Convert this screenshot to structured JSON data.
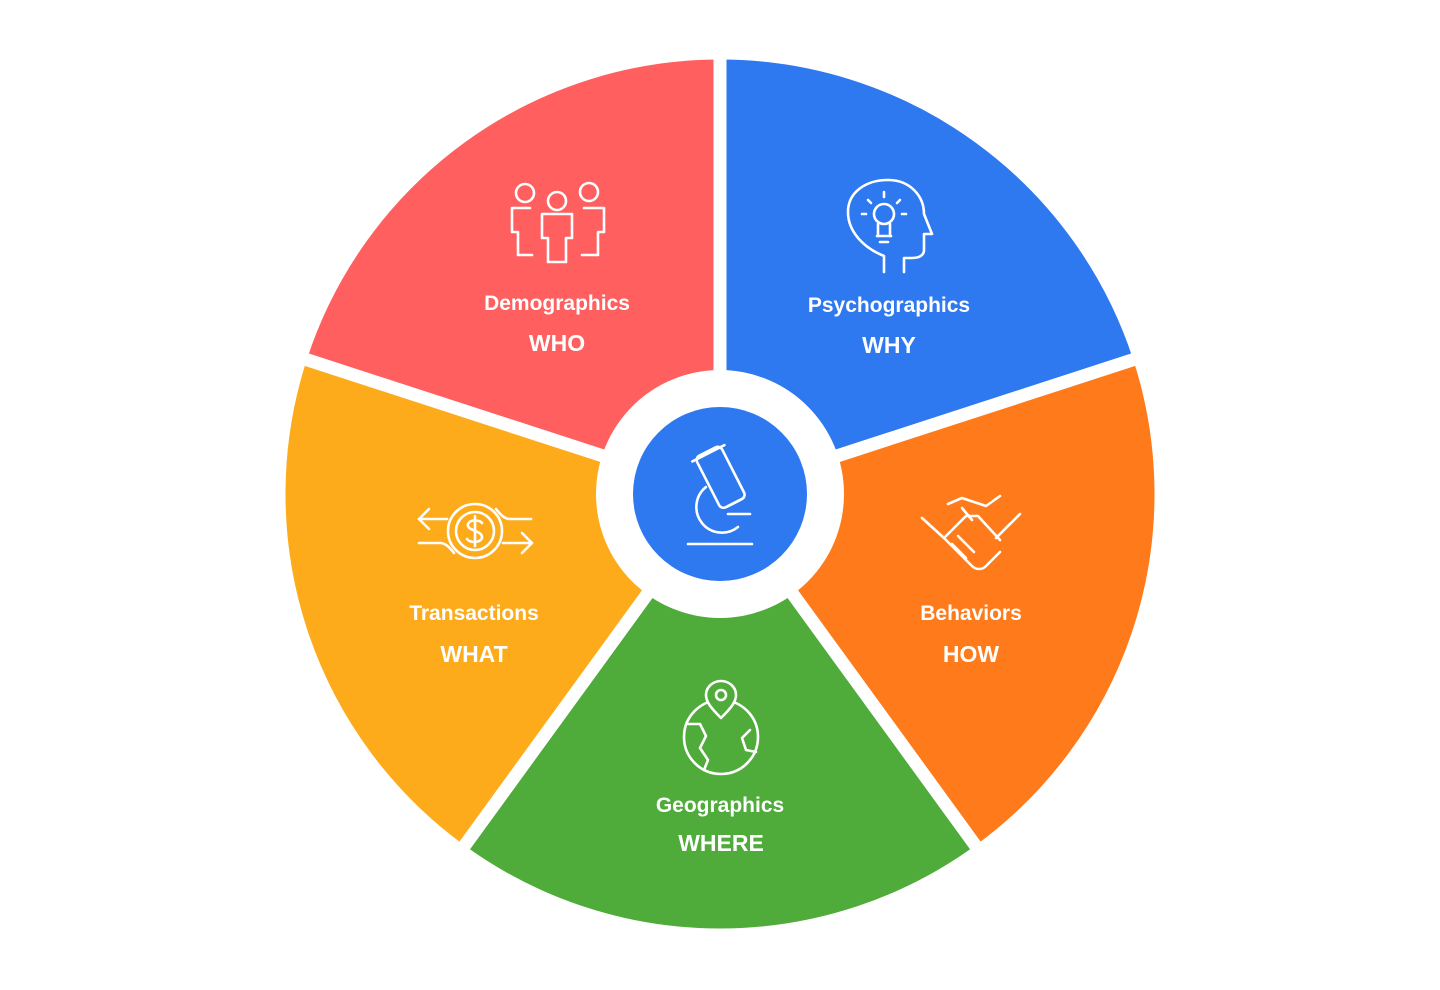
{
  "center": {
    "icon": "microscope-icon",
    "color": "#2e78f0"
  },
  "segments": [
    {
      "id": "demographics",
      "title": "Demographics",
      "subtitle": "WHO",
      "color": "#ff5f5f",
      "icon": "people-icon"
    },
    {
      "id": "psychographics",
      "title": "Psychographics",
      "subtitle": "WHY",
      "color": "#2e78f0",
      "icon": "head-lightbulb-icon"
    },
    {
      "id": "behaviors",
      "title": "Behaviors",
      "subtitle": "HOW",
      "color": "#ff7a1a",
      "icon": "handshake-icon"
    },
    {
      "id": "geographics",
      "title": "Geographics",
      "subtitle": "WHERE",
      "color": "#4fab3a",
      "icon": "globe-pin-icon"
    },
    {
      "id": "transactions",
      "title": "Transactions",
      "subtitle": "WHAT",
      "color": "#fdab1b",
      "icon": "dollar-exchange-icon"
    }
  ]
}
